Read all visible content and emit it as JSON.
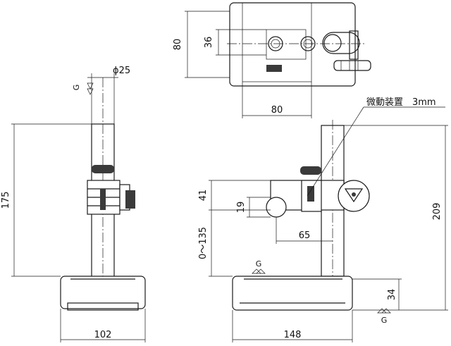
{
  "top_view": {
    "width": "80",
    "height": "80",
    "offset": "36"
  },
  "side_view": {
    "diameter": "ϕ25",
    "surface": "G",
    "height": "175",
    "base_width": "102"
  },
  "front_view": {
    "annotation": "微動装置　3mm",
    "d41": "41",
    "d19": "19",
    "range": "0～135",
    "d65": "65",
    "d209": "209",
    "d34": "34",
    "base_width": "148",
    "surface_top": "G",
    "surface_bottom": "G"
  }
}
